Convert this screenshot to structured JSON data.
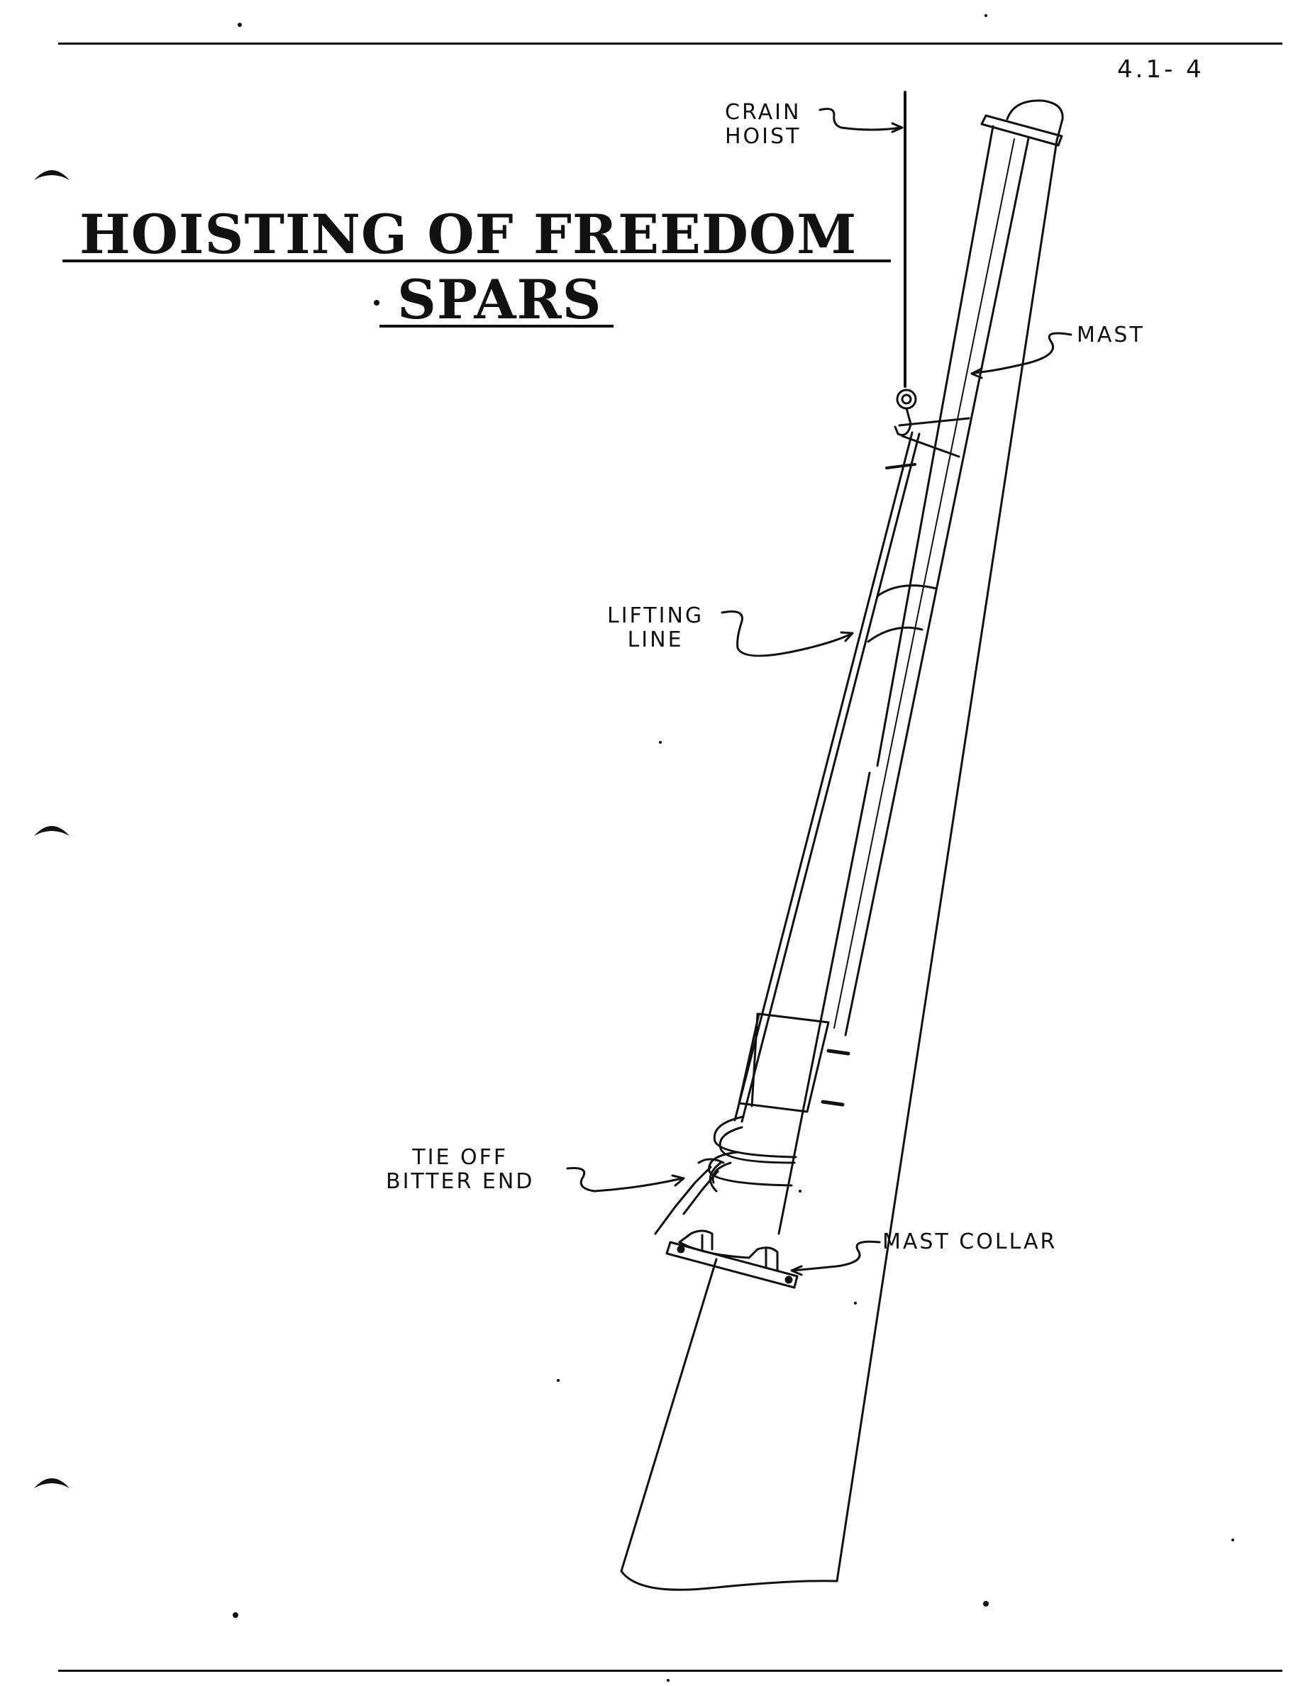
{
  "document": {
    "page_number": "4.1- 4",
    "title_line1": "HOISTING OF FREEDOM",
    "title_line2": "SPARS"
  },
  "labels": {
    "crain_hoist": [
      "CRAIN",
      "HOIST"
    ],
    "mast": "MAST",
    "lifting_line": [
      "LIFTING",
      "LINE"
    ],
    "tie_off": [
      "TIE OFF",
      "BITTER END"
    ],
    "mast_collar": "MAST COLLAR"
  },
  "colors": {
    "ink": "#111111",
    "paper": "#ffffff"
  }
}
